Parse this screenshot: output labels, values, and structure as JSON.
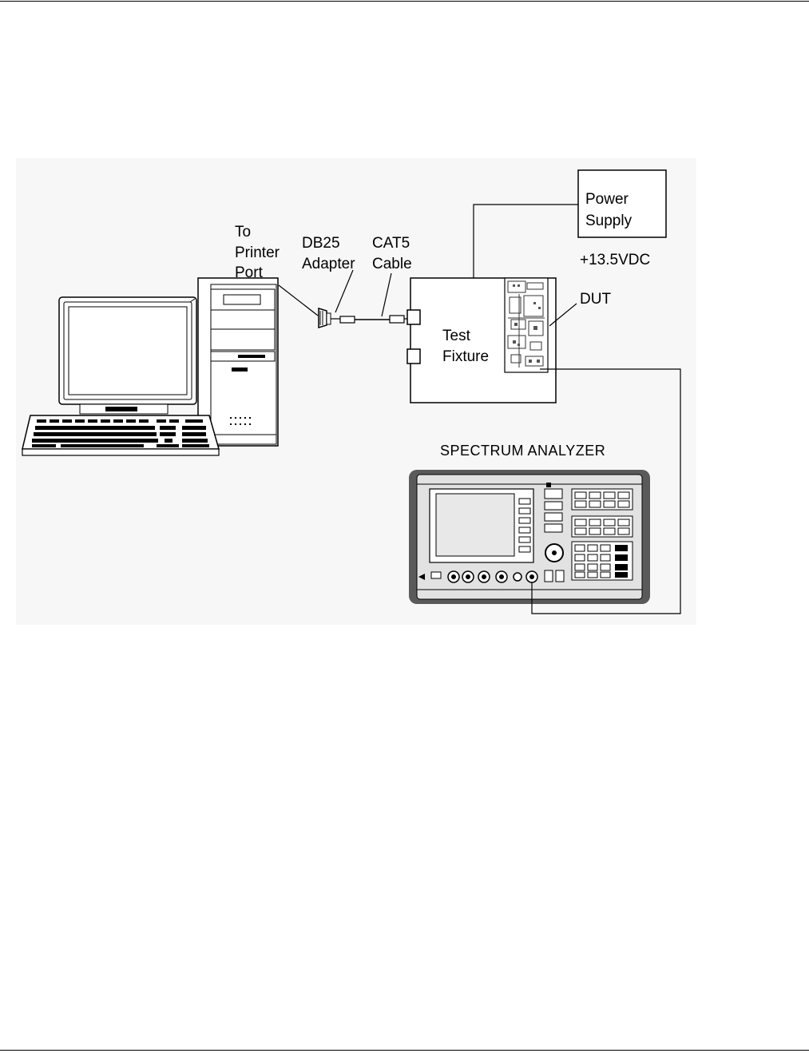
{
  "labels": {
    "power_supply": [
      "Power",
      "Supply"
    ],
    "voltage": "+13.5VDC",
    "to_printer_port": [
      "To",
      "Printer",
      "Port"
    ],
    "db25_adapter": [
      "DB25",
      "Adapter"
    ],
    "cat5_cable": [
      "CAT5",
      "Cable"
    ],
    "test_fixture": [
      "Test",
      "Fixture"
    ],
    "dut": "DUT",
    "spectrum_analyzer": "SPECTRUM ANALYZER"
  },
  "colors": {
    "panel_background": "#f7f7f7",
    "line": "#000000",
    "analyzer_body": "#e2e2e2",
    "analyzer_bumper": "#5a5a5a",
    "analyzer_screen": "#e8e8e8"
  }
}
